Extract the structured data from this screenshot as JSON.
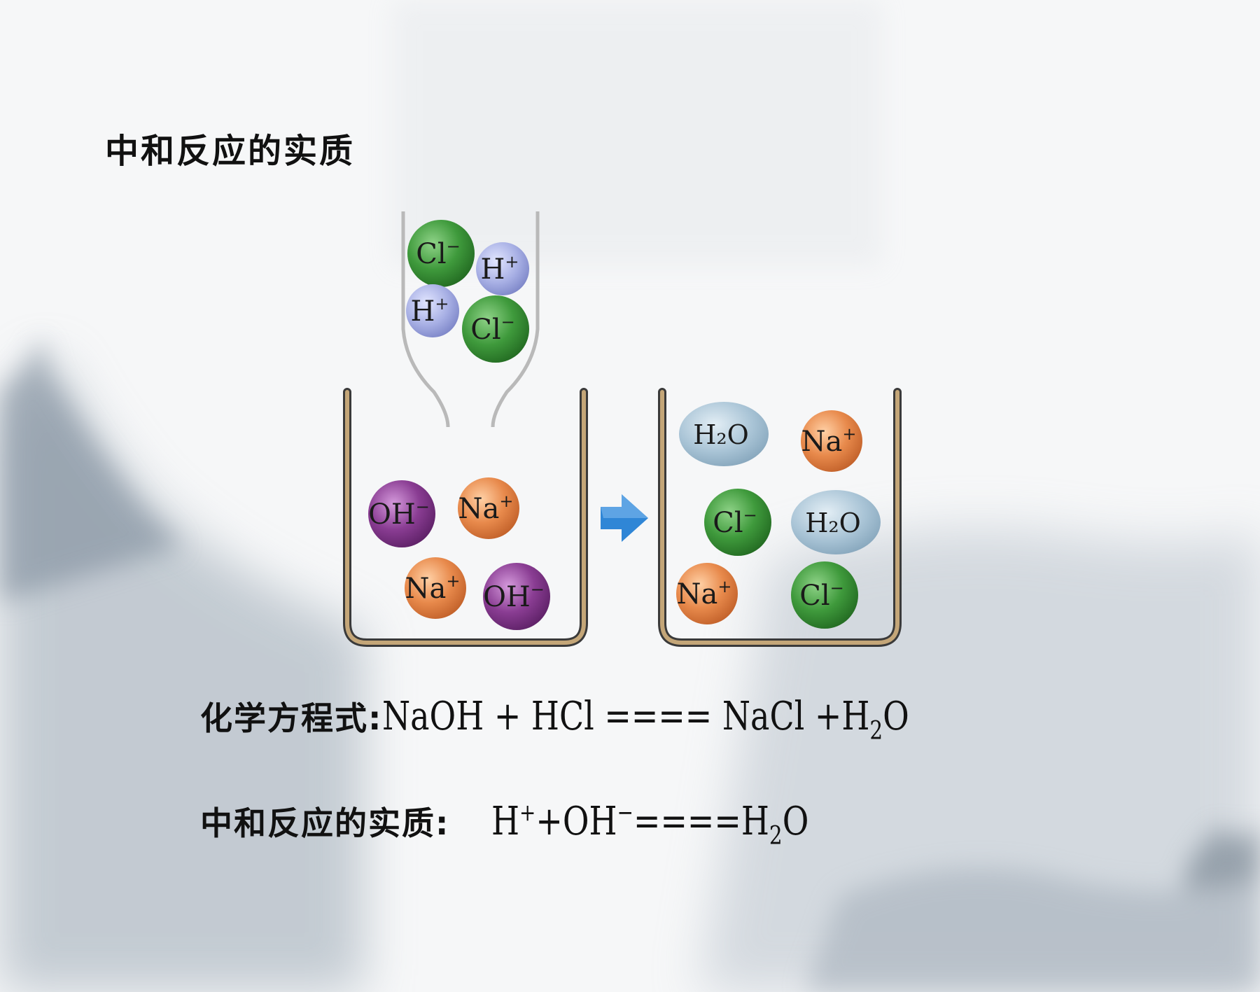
{
  "slide": {
    "title": "中和反应的实质"
  },
  "diagram": {
    "funnel_particles": [
      {
        "label": "Cl",
        "charge": "−",
        "kind": "chloride"
      },
      {
        "label": "H",
        "charge": "+",
        "kind": "hydrogen"
      },
      {
        "label": "H",
        "charge": "+",
        "kind": "hydrogen"
      },
      {
        "label": "Cl",
        "charge": "−",
        "kind": "chloride"
      }
    ],
    "beaker_before": [
      {
        "label": "OH",
        "charge": "−",
        "kind": "hydroxide"
      },
      {
        "label": "Na",
        "charge": "+",
        "kind": "sodium"
      },
      {
        "label": "Na",
        "charge": "+",
        "kind": "sodium"
      },
      {
        "label": "OH",
        "charge": "−",
        "kind": "hydroxide"
      }
    ],
    "beaker_after": [
      {
        "label": "H₂O",
        "charge": "",
        "kind": "water"
      },
      {
        "label": "Na",
        "charge": "+",
        "kind": "sodium"
      },
      {
        "label": "Cl",
        "charge": "−",
        "kind": "chloride"
      },
      {
        "label": "H₂O",
        "charge": "",
        "kind": "water"
      },
      {
        "label": "Na",
        "charge": "+",
        "kind": "sodium"
      },
      {
        "label": "Cl",
        "charge": "−",
        "kind": "chloride"
      }
    ],
    "arrow_icon": "right-arrow-icon",
    "colors": {
      "chloride": "#3f9a3c",
      "hydrogen": "#a7afe4",
      "hydroxide": "#8a3d93",
      "sodium": "#e88a4c",
      "water": "#a9c4d6",
      "arrow": "#2f86d6",
      "beaker": "#c4a678"
    }
  },
  "equations": {
    "chemical_label": "化学方程式:",
    "chemical": {
      "reactants": "NaOH + HCl ==== NaCl +H",
      "sub": "2",
      "tail": "O"
    },
    "essence_label": "中和反应的实质:",
    "essence": {
      "h": "H",
      "h_sup": "+",
      "oh": "+OH",
      "oh_sup": "−",
      "eq": "====H",
      "sub": "2",
      "tail": "O"
    }
  }
}
